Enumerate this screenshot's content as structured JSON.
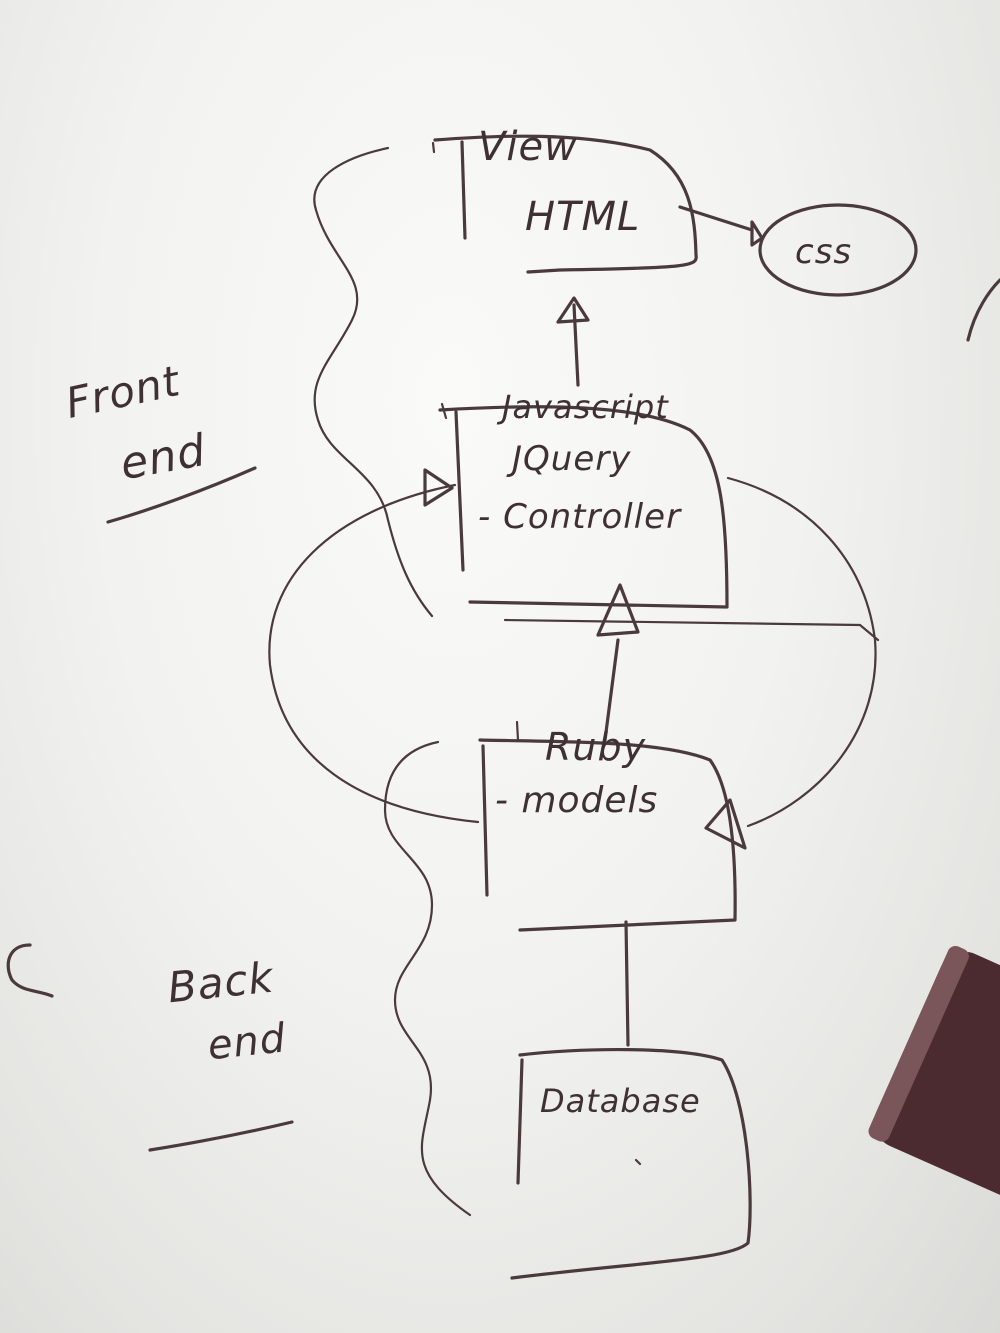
{
  "layers": {
    "view_title": "View",
    "html": "HTML",
    "css": "css",
    "javascript": "Javascript",
    "jquery": "JQuery",
    "controller": "- Controller",
    "ruby": "Ruby",
    "models": "- models",
    "database": "Database"
  },
  "annotations": {
    "front_end_line1": "Front",
    "front_end_line2": "end",
    "back_end_line1": "Back",
    "back_end_line2": "end"
  },
  "colors": {
    "ink": "#4a3a3c",
    "board": "#f2f2f0",
    "marker_body": "#4b2a30"
  },
  "icons": {
    "marker": "whiteboard-marker-icon"
  }
}
